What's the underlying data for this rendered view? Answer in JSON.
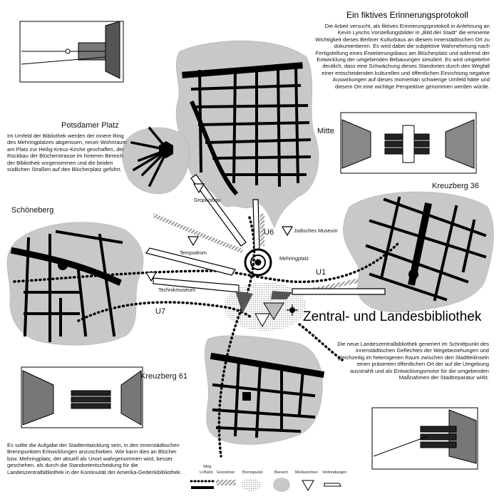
{
  "header": {
    "title": "Ein fiktives Erinnerungsprotokoll"
  },
  "texts": {
    "intro": "Die Arbeit versucht, als fiktives Erinnerungsprotokoll in Anlehnung an Kevin Lynchs Vorstellungsbilder in „Bild der Stadt“ die eminente Wichtigkeit dieses Berliner Kulturbaus an diesem innerstädtischen Ort zu dokumentieren. Es wird dabei die subjektive Wahrnehmung nach Fertigstellung eines Erweiterungsbaus am Blücherplatz und während der Entwicklung der umgebenden Bebauungen simuliert. Es wird umgekehrt deutlich, dass eine Schwächung dieses Standortes durch den Wegfall einer entscheidenden kulturellen und öffentlichen Einrichtung negative Auswirkungen auf dieses momentan schwierige Umfeld hätte und diesem Ort eine wichtige Perspektive genommen werden würde.",
    "left": "Im Umfeld der Bibliothek werden der innere Ring des Mehringplatzes abgerissen, neuer Wohnraum am Platz zur Heilig-Kreuz-Kirche geschaffen, der Rückbau der Blücherstrasse im hinteren Bereich der Bibliothek vorgenommen und die beiden südlichen Straßen auf den Blücherplatz geführt.",
    "right": "Die neue Landeszentralbibliothek generiert im Schnittpunkt des innerstädtischen Geflechtes der Wegebeziehungen und gleichzeitig im heterogenen Raum zwischen den Stadtteilinseln einen präsenten öffentlichen Ort der auf die Umgebung ausstrahlt und als Entwicklungsmotor für die umgebenden Maßnahmen der Stadtreparatur wirkt.",
    "bottom": "Es sollte die Aufgabe der Stadtentwicklung sein, in den innerstädtischen Brennpunkten Entwicklungen anzuschieben. Wie kann dies an Blücher bzw. Mehringplatz, der aktuell als Unort wahrgenommen wird, besser geschehen, als durch die Standortentscheidung für die Landeszentralbibliothek in der Kontinuität der Amerika-Gedenkbibliothek."
  },
  "districts": {
    "potsdamer": "Potsdamer Platz",
    "mitte": "Mitte",
    "kreuzberg36": "Kreuzberg 36",
    "schoeneberg": "Schöneberg",
    "kreuzberg61": "Kreuzberg 61"
  },
  "landmarks": {
    "gropiusbau": "Gropiusbau",
    "tempodrom": "Tempodrom",
    "technikmuseum": "Technikmuseum",
    "juedisches": "Jüdisches Museum",
    "mehringplatz": "Mehringplatz"
  },
  "lines": {
    "u6": "U6",
    "u1": "U1",
    "u7": "U7"
  },
  "library": "Zentral- und Landesbibliothek",
  "legend": {
    "weg": "Weg",
    "ubahn": "U-Bahn",
    "grenz": "Grenzlinie",
    "brenn": "Brennpunkt",
    "bereich": "Bereich",
    "merk": "Merkzeichen",
    "verb": "Verbindungen"
  },
  "colors": {
    "blob": "#c8c8c8",
    "ink": "#000000",
    "border_stripe": "#a8a8a8"
  }
}
